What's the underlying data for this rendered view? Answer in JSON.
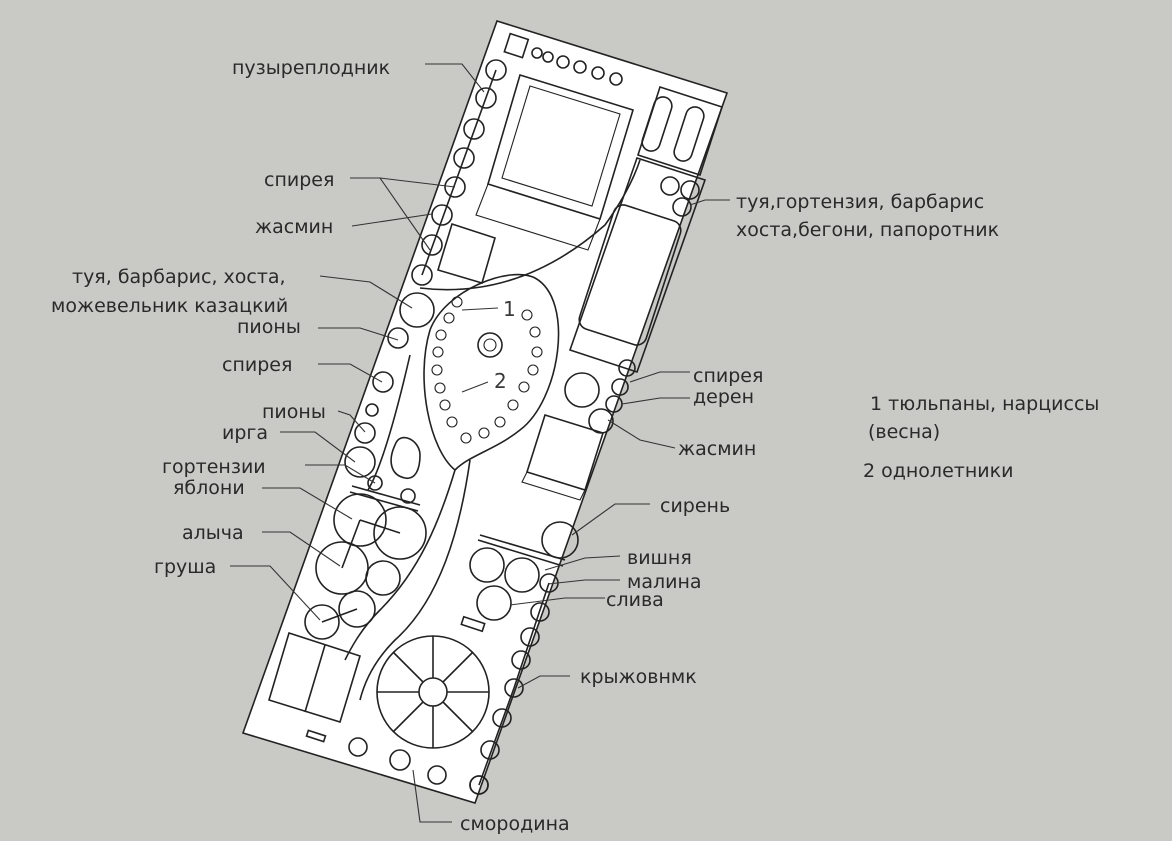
{
  "labels": {
    "puzyreplodnik": "пузыреплодник",
    "spireya_1": "спирея",
    "zhasmin_1": "жасмин",
    "tuya_list_1": "туя, барбарис, хоста,",
    "tuya_list_2": "можевельник казацкий",
    "piony_1": "пионы",
    "spireya_2": "спирея",
    "piony_2": "пионы",
    "irga": "ирга",
    "gortenzii": "гортензии",
    "yabloni": "яблони",
    "alycha": "алыча",
    "grusha": "груша",
    "tuya_right_1": "туя,гортензия, барбарис",
    "tuya_right_2": "хоста,бегони, папоротник",
    "spireya_3": "спирея",
    "deren": "дерен",
    "zhasmin_2": "жасмин",
    "siren": "сирень",
    "vishnya": "вишня",
    "malina": "малина",
    "sliva": "слива",
    "kryzhovnik": "крыжовнмк",
    "smorodina": "смородина"
  },
  "legend": {
    "item1_line1": "1 тюльпаны, нарциссы",
    "item1_line2": "(весна)",
    "item2": "2 однолетники"
  },
  "markers": {
    "m1": "1",
    "m2": "2"
  }
}
